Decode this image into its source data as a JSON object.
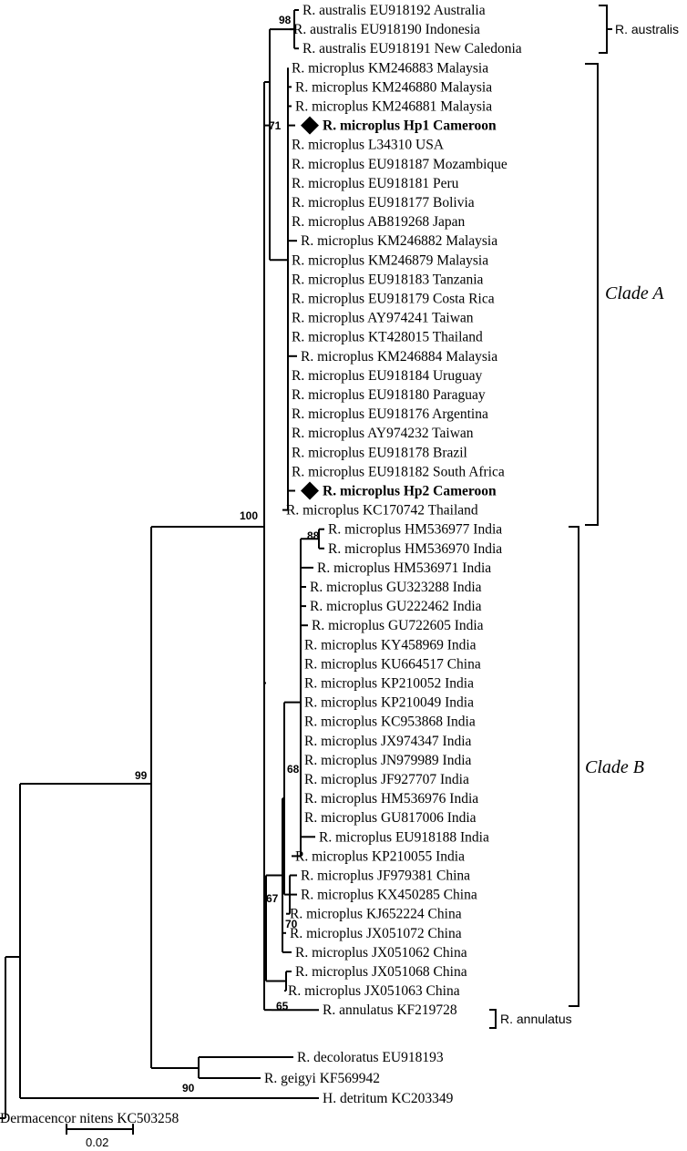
{
  "leaves": [
    "R. australis EU918192 Australia",
    "R. australis EU918190 Indonesia",
    "R. australis EU918191 New Caledonia",
    "R. microplus KM246883 Malaysia",
    "R. microplus KM246880 Malaysia",
    "R. microplus KM246881 Malaysia",
    "R. microplus Hp1 Cameroon",
    "R. microplus L34310 USA",
    "R. microplus EU918187 Mozambique",
    "R. microplus EU918181 Peru",
    "R. microplus EU918177 Bolivia",
    "R. microplus AB819268 Japan",
    "R. microplus KM246882 Malaysia",
    "R. microplus KM246879 Malaysia",
    "R. microplus EU918183 Tanzania",
    "R. microplus EU918179 Costa Rica",
    "R. microplus AY974241 Taiwan",
    "R. microplus KT428015 Thailand",
    "R. microplus KM246884 Malaysia",
    "R. microplus EU918184 Uruguay",
    "R. microplus EU918180 Paraguay",
    "R. microplus EU918176 Argentina",
    "R. microplus AY974232 Taiwan",
    "R. microplus EU918178 Brazil",
    "R. microplus EU918182 South Africa",
    "R. microplus Hp2 Cameroon",
    "R. microplus KC170742 Thailand",
    "R. microplus HM536977 India",
    "R. microplus HM536970 India",
    "R. microplus HM536971 India",
    "R. microplus GU323288 India",
    "R. microplus GU222462 India",
    "R. microplus GU722605 India",
    "R. microplus KY458969 India",
    "R. microplus KU664517 China",
    "R. microplus KP210052 India",
    "R. microplus KP210049 India",
    "R. microplus KC953868 India",
    "R. microplus JX974347 India",
    "R. microplus JN979989 India",
    "R. microplus JF927707 India",
    "R. microplus HM536976 India",
    "R. microplus GU817006 India",
    "R. microplus EU918188 India",
    "R. microplus KP210055 India",
    "R. microplus JF979381 China",
    "R. microplus KX450285 China",
    "R. microplus KJ652224 China",
    "R. microplus JX051072 China",
    "R. microplus JX051062 China",
    "R. microplus JX051068 China",
    "R. microplus JX051063 China",
    "R. annulatus KF219728",
    "R. decoloratus EU918193",
    "R. geigyi KF569942",
    "H. detritum KC203349",
    "Dermacencor nitens KC503258"
  ],
  "highlighted_leaves": [
    "R. microplus Hp1 Cameroon",
    "R. microplus Hp2 Cameroon"
  ],
  "bootstrap": {
    "australis": "98",
    "cladeA": "71",
    "microplus": "100",
    "india_pair": "88",
    "cladeB_inner": "68",
    "china_group": "67",
    "china_sub": "70",
    "china_base": "65",
    "rhipicephalus": "99",
    "decoloratus_geigyi": "90"
  },
  "groups": {
    "australis": "R. australis",
    "cladeA": "Clade A",
    "cladeB": "Clade B",
    "annulatus": "R. annulatus"
  },
  "scale_bar": "0.02"
}
